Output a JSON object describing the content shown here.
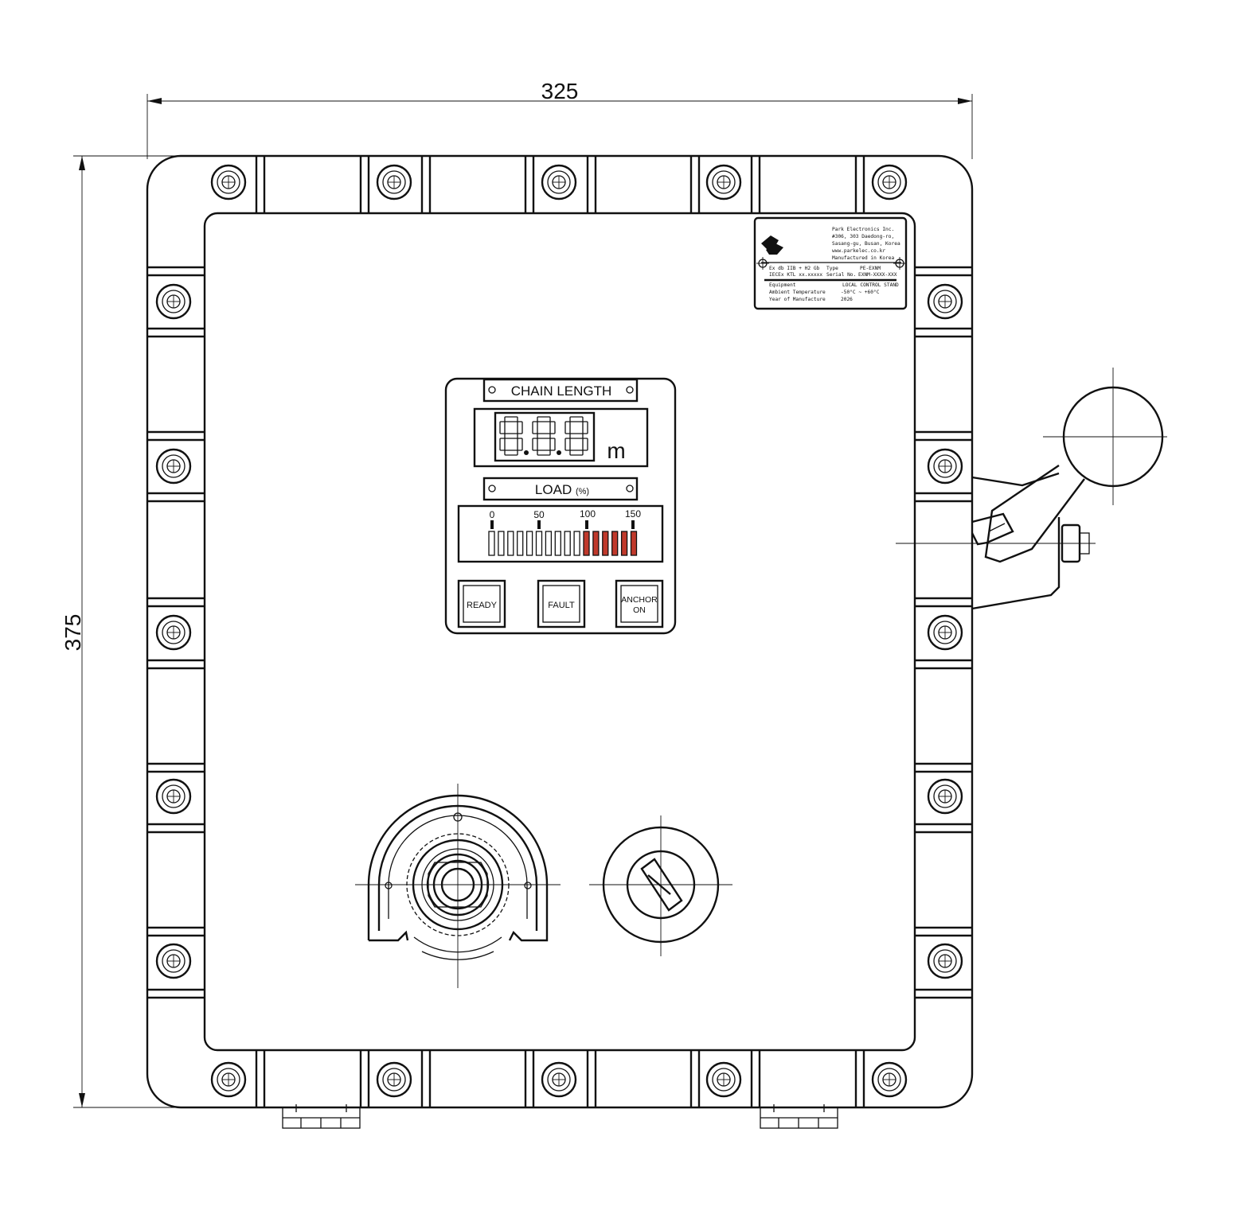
{
  "dimensions": {
    "width": "325",
    "height": "375"
  },
  "nameplate": {
    "company_lines": [
      "Park Electronics Inc.",
      "#306, 303 Daedong-ro,",
      "Sasang-gu, Busan, Korea",
      "www.parkelec.co.kr",
      "Manufactured in Korea"
    ],
    "cert_left_1": "Ex db IIB + H2 Gb",
    "cert_left_2": "IECEx KTL xx.xxxxx",
    "type_label": "Type",
    "type_value": "PE-EXNM",
    "serial_label": "Serial No.",
    "serial_value": "EXNM-XXXX-XXX",
    "equipment_label": "Equipment",
    "equipment_value": "LOCAL CONTROL STAND",
    "temp_label": "Ambient Temperature",
    "temp_value": "-50°C ~ +60°C",
    "year_label": "Year of Manufacture",
    "year_value": "2026"
  },
  "display_panel": {
    "chain_length_label": "CHAIN LENGTH",
    "digits": "8.8.8",
    "unit": "m",
    "load_label": "LOAD",
    "load_unit": "(%)",
    "scale_labels": [
      "0",
      "50",
      "100",
      "150"
    ],
    "bar_segments": 16,
    "red_from_segment": 11,
    "colors": {
      "red_segment": "#c0392b",
      "normal_segment": "#ffffff"
    }
  },
  "indicators": {
    "ready": "READY",
    "fault": "FAULT",
    "anchor_line1": "ANCHOR",
    "anchor_line2": "ON"
  }
}
